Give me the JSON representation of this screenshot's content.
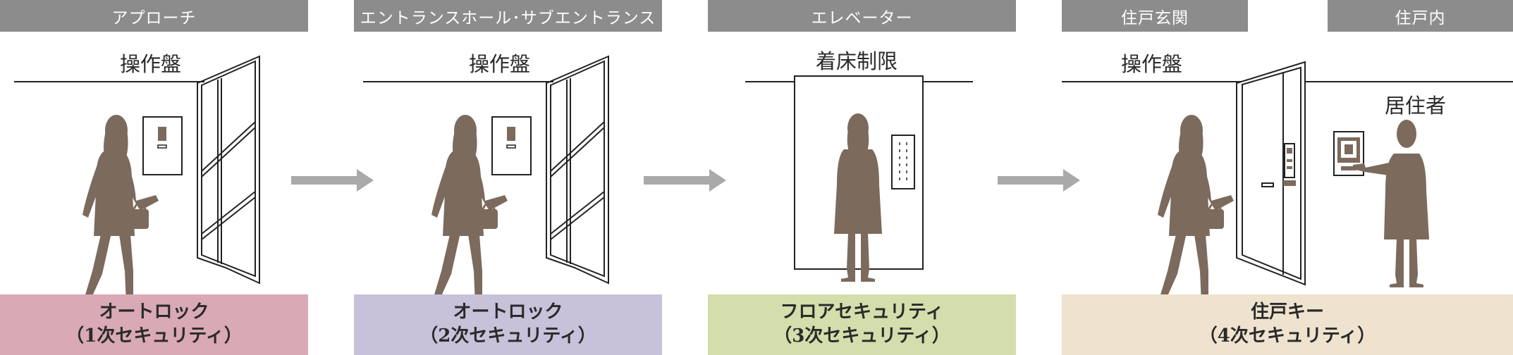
{
  "stages": [
    {
      "header": "アプローチ",
      "label": "操作盤",
      "footer_line1": "オートロック",
      "footer_line2": "（1次セキュリティ）",
      "footer_color": "#d9a9b6"
    },
    {
      "header": "エントランスホール･サブエントランス",
      "label": "操作盤",
      "footer_line1": "オートロック",
      "footer_line2": "（2次セキュリティ）",
      "footer_color": "#c7c1da"
    },
    {
      "header": "エレベーター",
      "label": "着床制限",
      "footer_line1": "フロアセキュリティ",
      "footer_line2": "（3次セキュリティ）",
      "footer_color": "#d3deac"
    },
    {
      "header": "住戸玄関",
      "label": "操作盤",
      "footer_line1": "住戸キー",
      "footer_line2": "（4次セキュリティ）",
      "footer_color": "#efe3cf"
    }
  ],
  "extra_header": "住戸内",
  "resident_label": "居住者",
  "colors": {
    "header_bg": "#8c8c8c",
    "silhouette": "#7c6a5d",
    "arrow": "#a9a9a9"
  }
}
